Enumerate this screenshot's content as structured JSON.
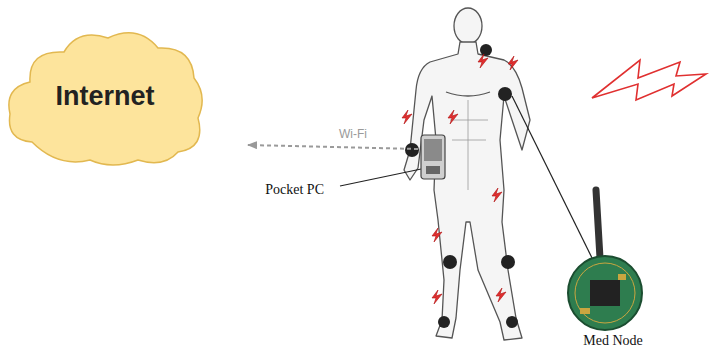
{
  "diagram": {
    "nodes": [
      {
        "text": [
          "Internet"
        ]
      },
      {
        "text": [
          "Pocket PC"
        ]
      },
      {
        "text": [
          "Med Node"
        ]
      }
    ],
    "edges": [
      {
        "from": 1,
        "to": 0,
        "label": "Wi-Fi",
        "arrow": "to"
      }
    ]
  }
}
